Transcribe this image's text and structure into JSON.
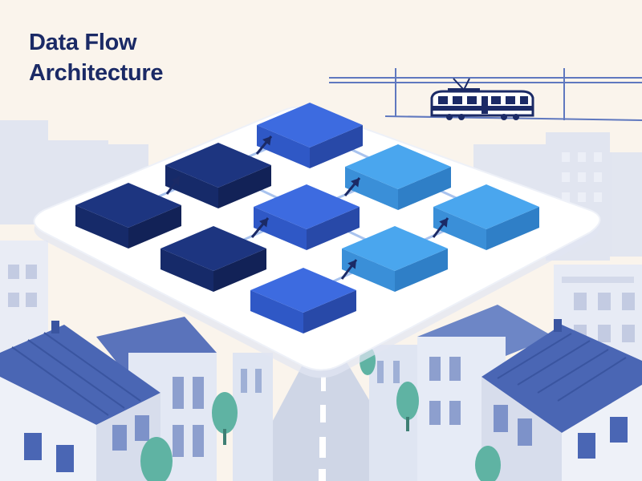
{
  "title": {
    "line1": "Data Flow",
    "line2": "Architecture"
  },
  "diagram": {
    "type": "isometric-grid-flow",
    "rows": 3,
    "columns": 3,
    "block_labels": [],
    "flow_direction": "left-to-right with diagonal links",
    "colors": {
      "dark": "#1d3580",
      "medium": "#3d6be0",
      "light": "#4aa6ee"
    }
  },
  "background": {
    "scene": "city street with houses, buildings and a tram on overhead wires",
    "colors": {
      "sky": "#faf4ec",
      "roof": "#4a66b4",
      "wall": "#e6ebf6",
      "tree": "#5fb3a3",
      "road": "#c9d1e3",
      "tram": "#1b2a66"
    }
  }
}
